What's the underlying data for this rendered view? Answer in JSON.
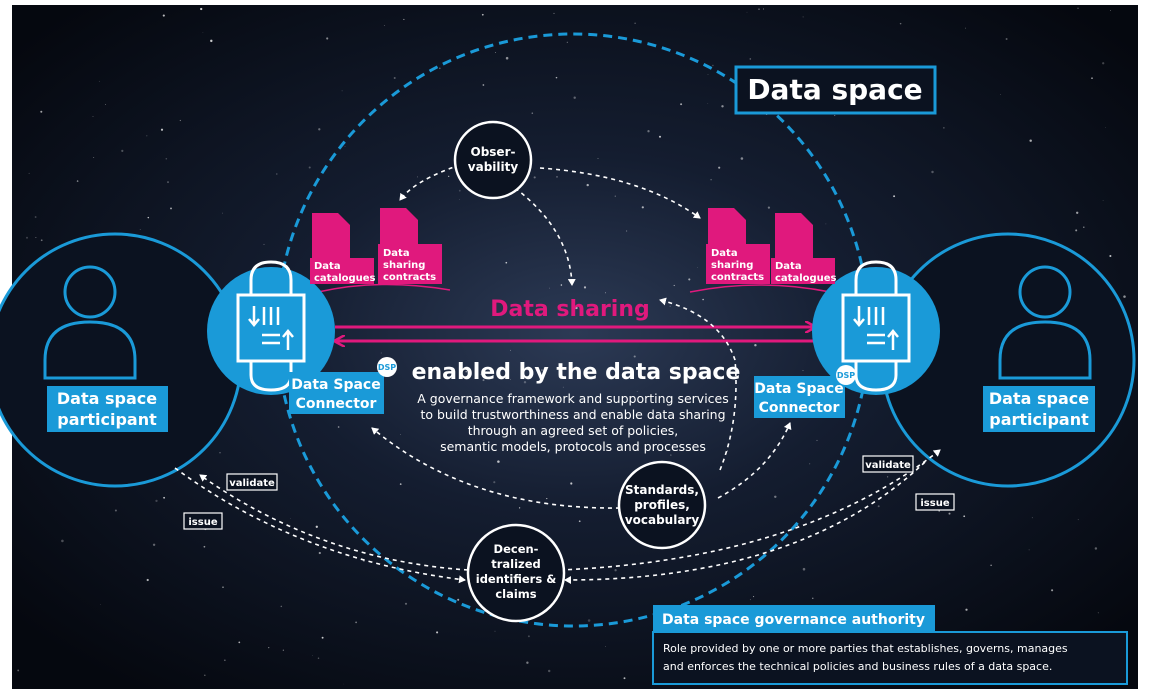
{
  "title": "Data space",
  "center": {
    "heading": "enabled by the data space",
    "description": [
      "A governance framework and supporting services",
      "to build trustworthiness and enable data sharing",
      "through an agreed set of policies,",
      "semantic models, protocols and processes"
    ]
  },
  "data_sharing": "Data sharing",
  "nodes": {
    "observability": [
      "Obser-",
      "vability"
    ],
    "standards": [
      "Standards,",
      "profiles,",
      "vocabulary"
    ],
    "identifiers": [
      "Decen-",
      "tralized",
      "identifiers &",
      "claims"
    ]
  },
  "documents_left": [
    {
      "label": [
        "Data",
        "catalogues"
      ]
    },
    {
      "label": [
        "Data",
        "sharing",
        "contracts"
      ]
    }
  ],
  "documents_right": [
    {
      "label": [
        "Data",
        "sharing",
        "contracts"
      ]
    },
    {
      "label": [
        "Data",
        "catalogues"
      ]
    }
  ],
  "connector": {
    "label": [
      "Data Space",
      "Connector"
    ],
    "badge": "DSP"
  },
  "participant": {
    "label": [
      "Data space",
      "participant"
    ]
  },
  "credential_flows": {
    "validate": "validate",
    "issue": "issue"
  },
  "authority": {
    "title": "Data space governance authority",
    "description": [
      "Role provided by one or more parties that establishes, governs, manages",
      "and enforces the technical policies and business rules of a data space."
    ]
  },
  "colors": {
    "background": "#0b1220",
    "blue": "#1a9ad8",
    "magenta": "#e0197d",
    "white": "#ffffff"
  }
}
